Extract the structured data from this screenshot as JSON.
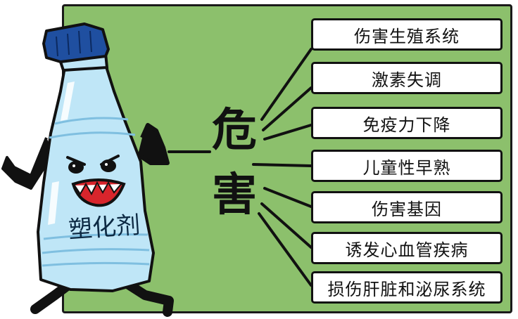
{
  "title_chars": [
    "危",
    "害"
  ],
  "bottle_label": "塑化剂",
  "effects": [
    "伤害生殖系统",
    "激素失调",
    "免疫力下降",
    "儿童性早熟",
    "伤害基因",
    "诱发心血管疾病",
    "损伤肝脏和泌尿系统"
  ],
  "colors": {
    "panel_bg": "#8cc06c",
    "bottle_body": "#bfe6f7",
    "bottle_cap": "#1f4fa0",
    "outline": "#111111"
  }
}
